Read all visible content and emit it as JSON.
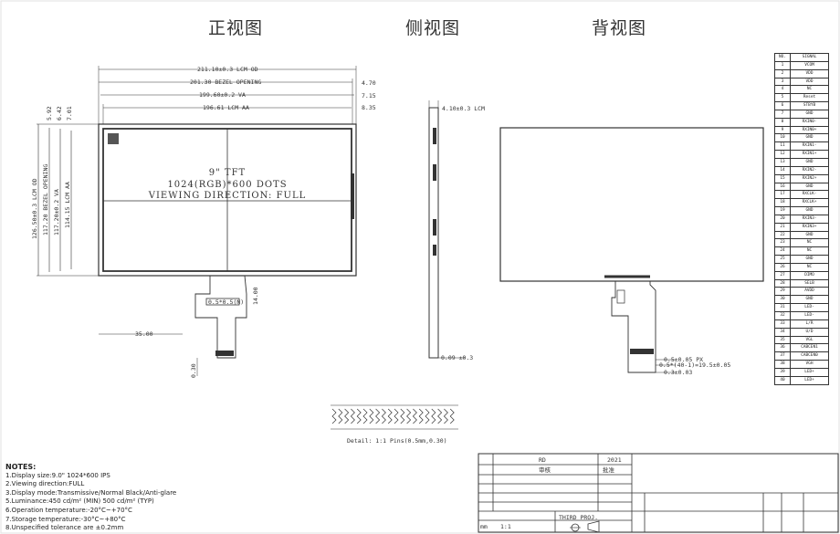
{
  "views": {
    "front_title": "正视图",
    "side_title": "侧视图",
    "back_title": "背视图"
  },
  "front": {
    "dim_outline_w": "211.10±0.3 LCM OD",
    "dim_bezel_w": "201.30 BEZEL OPENING",
    "dim_va_w": "199.60±0.2 VA",
    "dim_aa_w": "196.61 LCM AA",
    "dim_r1": "4.70",
    "dim_r2": "7.15",
    "dim_r3": "8.35",
    "dim_h_outline": "126.50±0.3 LCM OD",
    "dim_h_bezel": "117.20 BEZEL OPENING",
    "dim_h_va": "117.20±0.2 VA",
    "dim_h_aa": "114.15 LCM AA",
    "dim_l1": "5.92",
    "dim_l2": "6.42",
    "dim_l3": "7.01",
    "lcd_line1": "9\" TFT",
    "lcd_line2": "1024(RGB)*600 DOTS",
    "lcd_line3": "VIEWING DIRECTION: FULL",
    "fpc_label": "0.5*0.5(N)",
    "fpc_dim_len": "35.00",
    "fpc_dim_side": "14.00",
    "fpc_dim_bottom": "0.30"
  },
  "side": {
    "dim_thickness": "4.10±0.3 LCM",
    "dim_bottom": "0.09 ±0.3"
  },
  "back": {
    "dim_fpc1": "0.5±0.05 PX",
    "dim_fpc2": "0.5*(40-1)=19.5±0.05",
    "dim_fpc3": "0.3±0.03"
  },
  "pin_detail": {
    "caption": "Detail: 1:1 Pins(0.5mm,0.30)"
  },
  "pins": {
    "header_no": "NO.",
    "header_sig": "SIGNAL",
    "rows": [
      {
        "no": "1",
        "sig": "VCOM"
      },
      {
        "no": "2",
        "sig": "VDD"
      },
      {
        "no": "3",
        "sig": "VDD"
      },
      {
        "no": "4",
        "sig": "NC"
      },
      {
        "no": "5",
        "sig": "Reset"
      },
      {
        "no": "6",
        "sig": "STBYB"
      },
      {
        "no": "7",
        "sig": "GND"
      },
      {
        "no": "8",
        "sig": "RXIN0-"
      },
      {
        "no": "9",
        "sig": "RXIN0+"
      },
      {
        "no": "10",
        "sig": "GND"
      },
      {
        "no": "11",
        "sig": "RXIN1-"
      },
      {
        "no": "12",
        "sig": "RXIN1+"
      },
      {
        "no": "13",
        "sig": "GND"
      },
      {
        "no": "14",
        "sig": "RXIN2-"
      },
      {
        "no": "15",
        "sig": "RXIN2+"
      },
      {
        "no": "16",
        "sig": "GND"
      },
      {
        "no": "17",
        "sig": "RXCLK-"
      },
      {
        "no": "18",
        "sig": "RXCLK+"
      },
      {
        "no": "19",
        "sig": "GND"
      },
      {
        "no": "20",
        "sig": "RXIN3-"
      },
      {
        "no": "21",
        "sig": "RXIN3+"
      },
      {
        "no": "22",
        "sig": "GND"
      },
      {
        "no": "23",
        "sig": "NC"
      },
      {
        "no": "24",
        "sig": "NC"
      },
      {
        "no": "25",
        "sig": "GND"
      },
      {
        "no": "26",
        "sig": "NC"
      },
      {
        "no": "27",
        "sig": "DIMO"
      },
      {
        "no": "28",
        "sig": "SELB"
      },
      {
        "no": "29",
        "sig": "AVDD"
      },
      {
        "no": "30",
        "sig": "GND"
      },
      {
        "no": "31",
        "sig": "LED-"
      },
      {
        "no": "32",
        "sig": "LED-"
      },
      {
        "no": "33",
        "sig": "L/R"
      },
      {
        "no": "34",
        "sig": "U/D"
      },
      {
        "no": "35",
        "sig": "VGL"
      },
      {
        "no": "36",
        "sig": "CABCEN1"
      },
      {
        "no": "37",
        "sig": "CABCEN0"
      },
      {
        "no": "38",
        "sig": "VGH"
      },
      {
        "no": "39",
        "sig": "LED+"
      },
      {
        "no": "40",
        "sig": "LED+"
      }
    ]
  },
  "notes": {
    "header": "NOTES:",
    "lines": [
      "1.Display size:9.0\" 1024*600 IPS",
      "2.Viewing direction:FULL",
      "3.Display mode:Transmissive/Normal Black/Anti-glare",
      "5.Luminance:450 cd/m² (MIN) 500 cd/m² (TYP)",
      "6.Operation temperature:-20°C~+70°C",
      "7.Storage temperature:-30°C~+80°C",
      "8.Unspecified tolerance are ±0.2mm"
    ]
  },
  "title_block": {
    "r1": "RD",
    "r2": "审核",
    "date": "2021",
    "sign": "批准",
    "unit": "mm",
    "scale": "1:1",
    "proj": "THIRD PROJ."
  }
}
